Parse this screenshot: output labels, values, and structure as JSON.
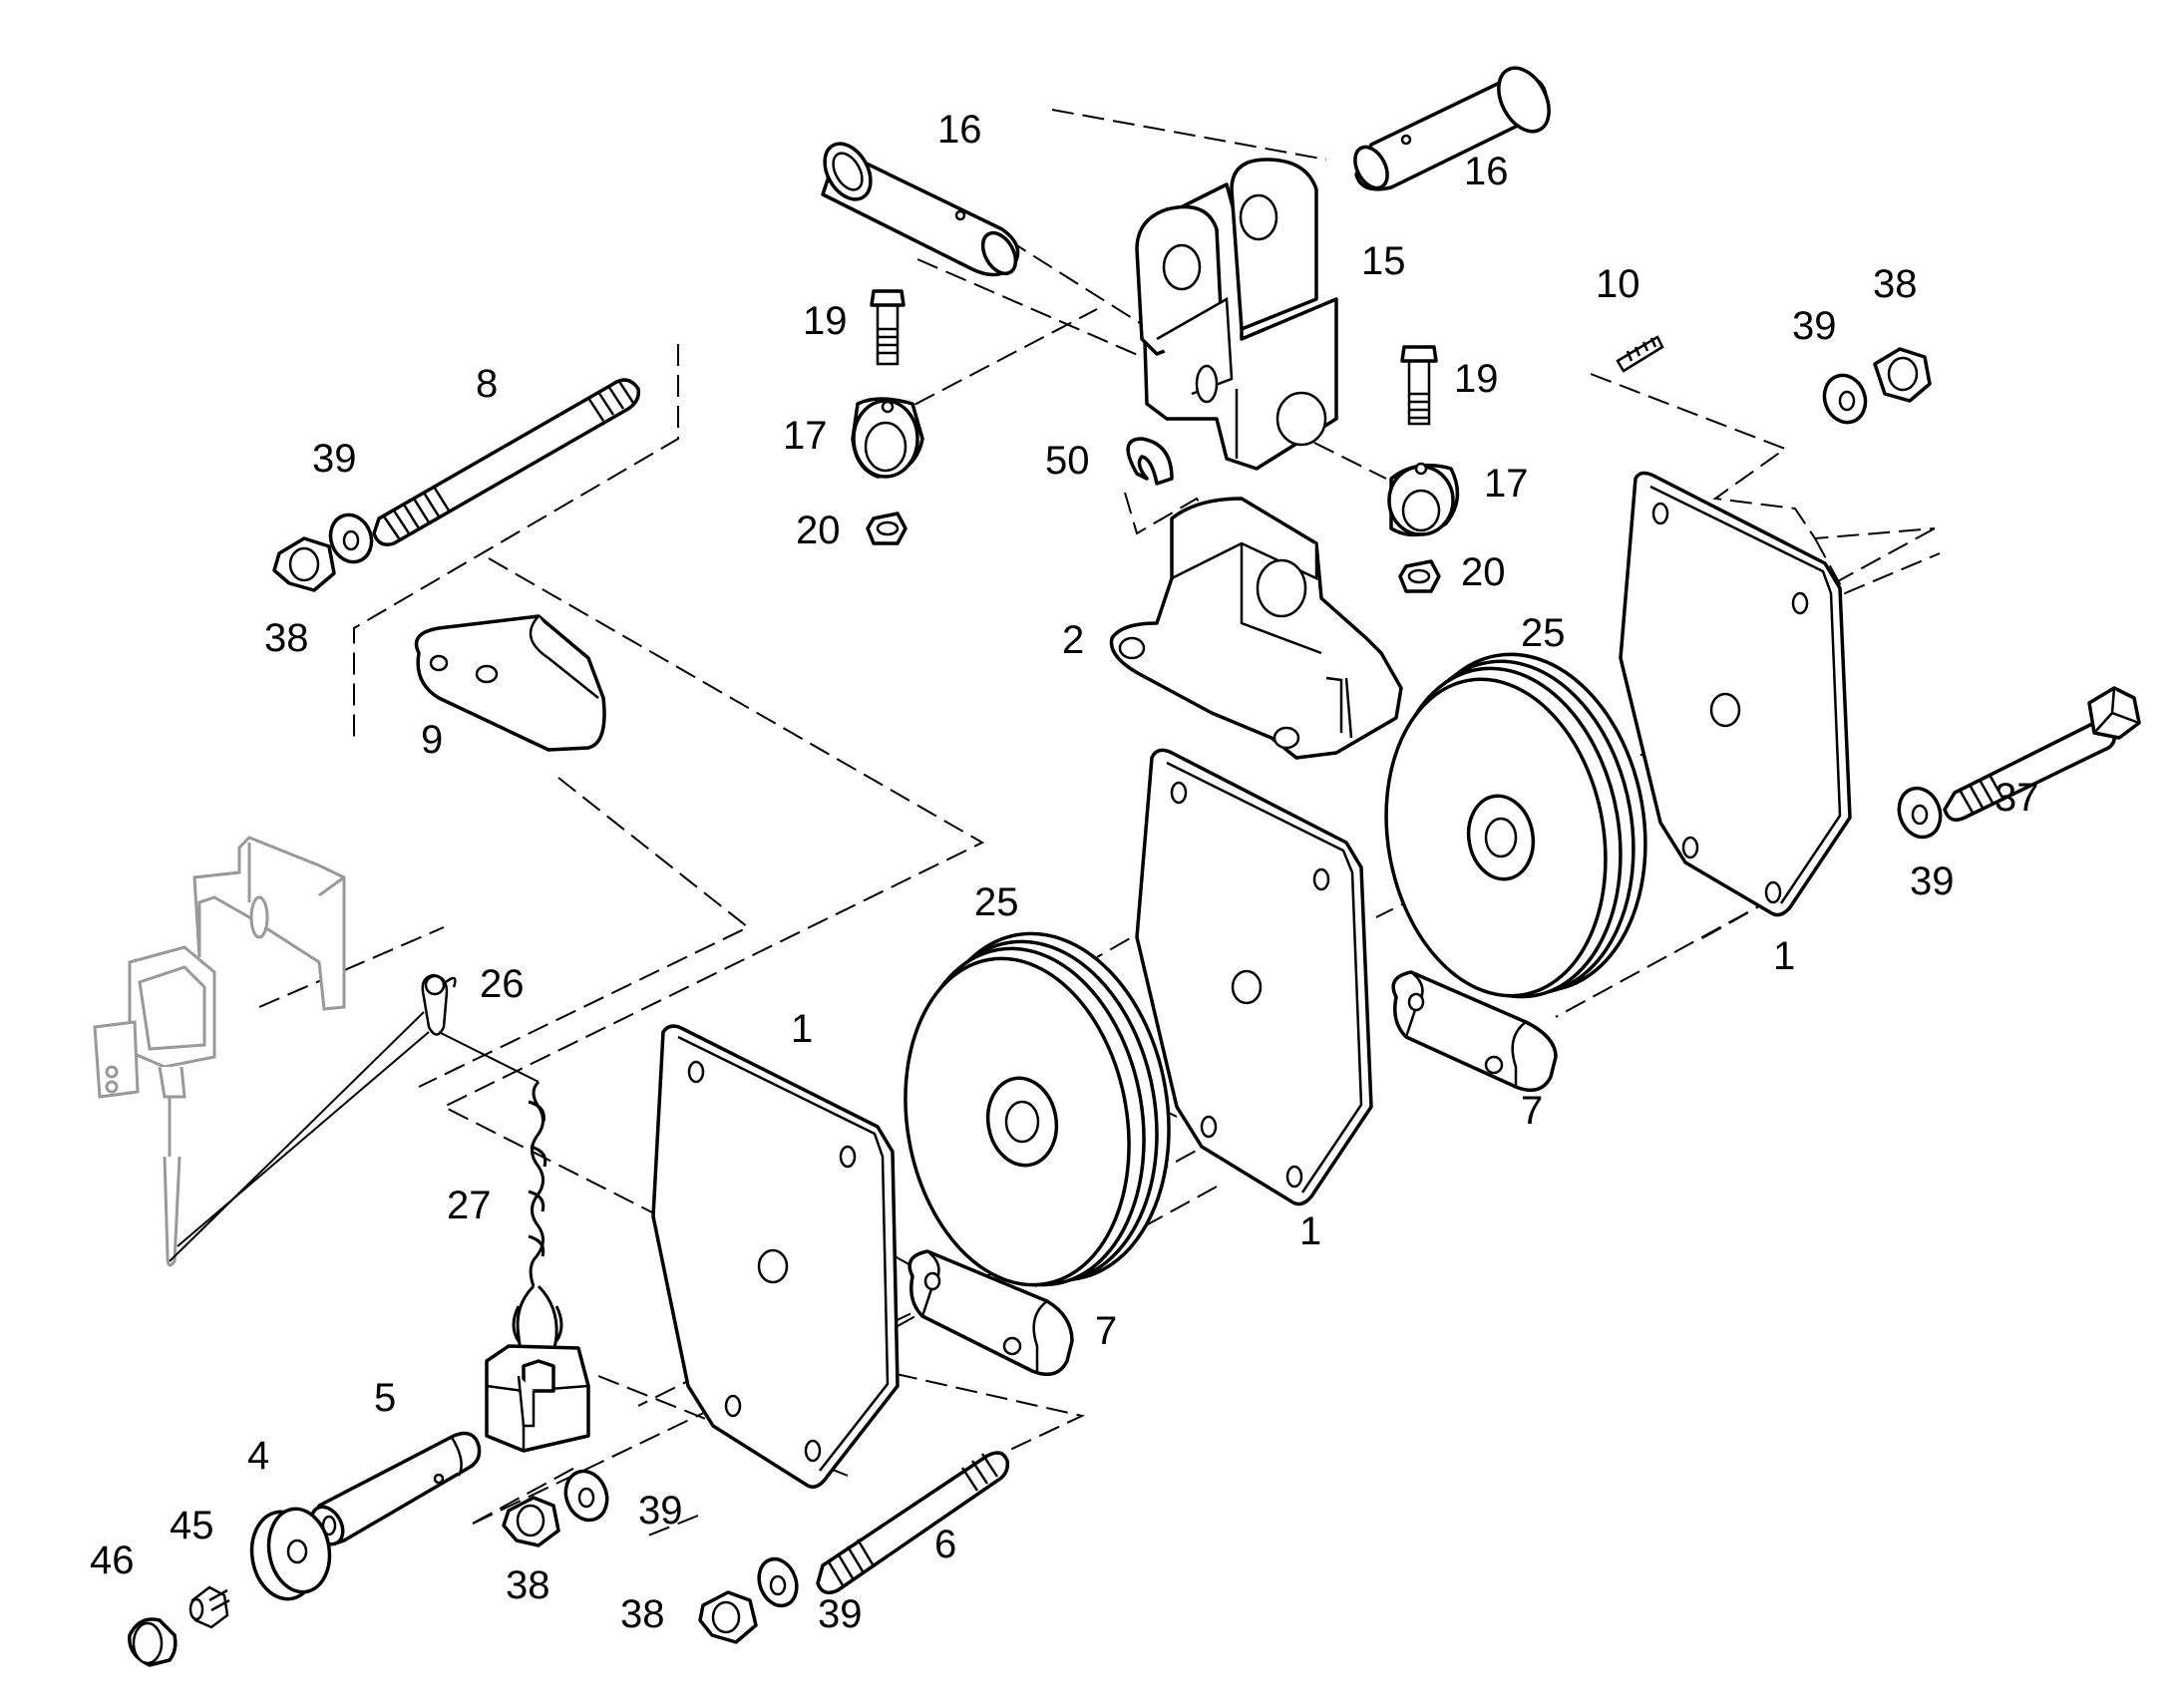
{
  "callouts": {
    "c16a": "16",
    "c16b": "16",
    "c15": "15",
    "c19a": "19",
    "c19b": "19",
    "c17a": "17",
    "c17b": "17",
    "c20a": "20",
    "c20b": "20",
    "c50": "50",
    "c2": "2",
    "c10": "10",
    "c8": "8",
    "c39a": "39",
    "c39b": "39",
    "c39c": "39",
    "c39d": "39",
    "c39e": "39",
    "c38a": "38",
    "c38b": "38",
    "c38c": "38",
    "c38d": "38",
    "c9": "9",
    "c25a": "25",
    "c25b": "25",
    "c37": "37",
    "c1a": "1",
    "c1b": "1",
    "c1c": "1",
    "c7a": "7",
    "c7b": "7",
    "c26": "26",
    "c27": "27",
    "c5": "5",
    "c4": "4",
    "c45": "45",
    "c46": "46",
    "c6": "6"
  },
  "colors": {
    "line": "#000000",
    "ghost": "#999999",
    "background": "#ffffff"
  }
}
